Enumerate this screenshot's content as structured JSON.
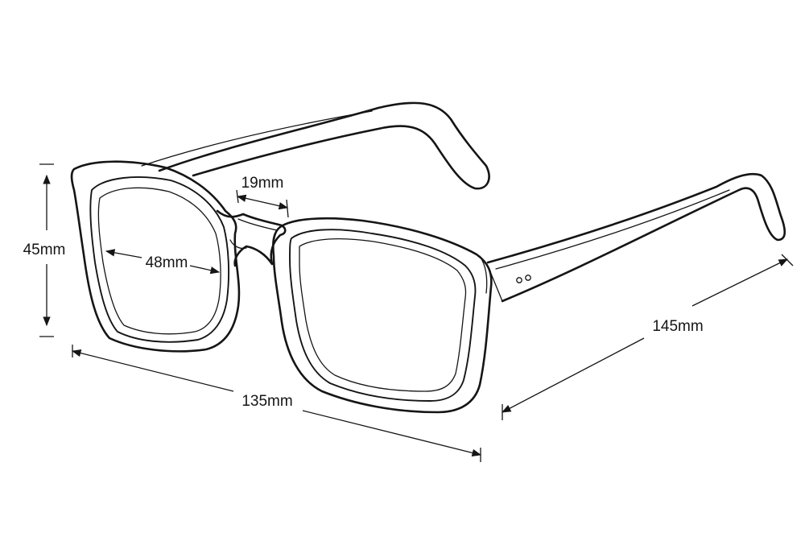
{
  "dimensions": {
    "lens_height": "45mm",
    "lens_width": "48mm",
    "bridge_width": "19mm",
    "frame_width": "135mm",
    "temple_length": "145mm"
  },
  "colors": {
    "line": "#151515",
    "background": "#ffffff"
  }
}
